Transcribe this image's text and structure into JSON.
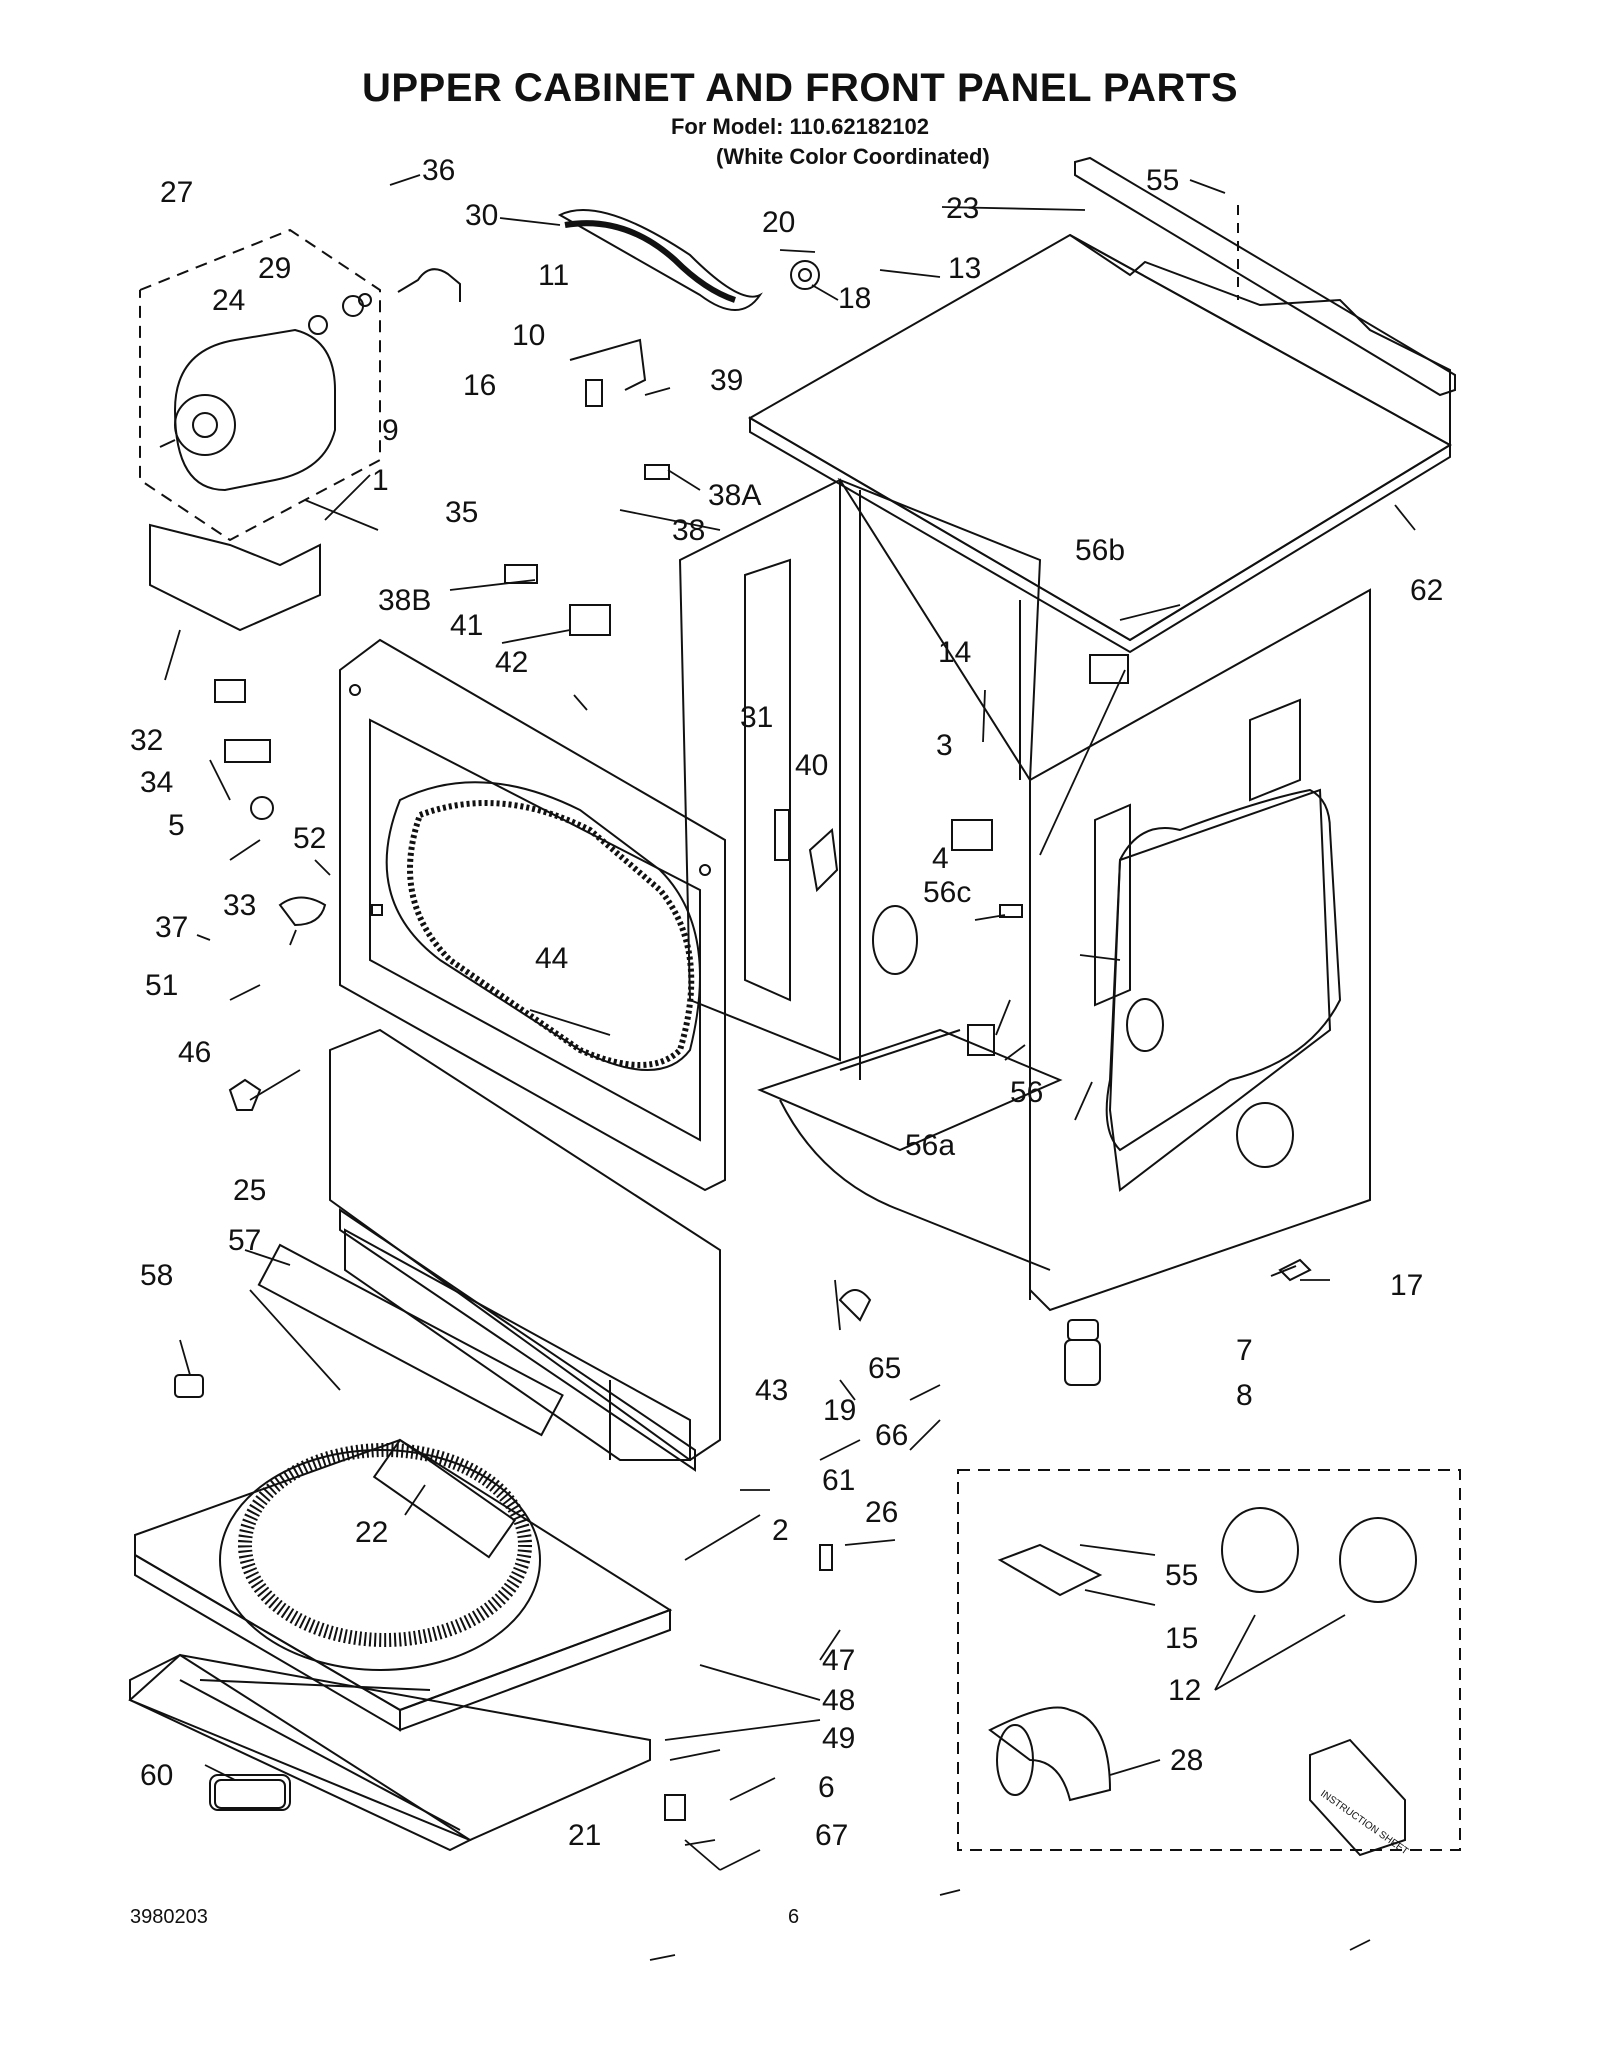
{
  "title": "UPPER CABINET AND FRONT PANEL PARTS",
  "model_line": "For Model: 110.62182102",
  "color_line": "(White Color Coordinated)",
  "labels": {
    "p1": "1",
    "p2": "2",
    "p3": "3",
    "p4": "4",
    "p5": "5",
    "p6": "6",
    "p7": "7",
    "p8": "8",
    "p9": "9",
    "p10": "10",
    "p11": "11",
    "p12": "12",
    "p13": "13",
    "p14": "14",
    "p15": "15",
    "p16": "16",
    "p17": "17",
    "p18": "18",
    "p19": "19",
    "p20": "20",
    "p21": "21",
    "p22": "22",
    "p23": "23",
    "p24": "24",
    "p25": "25",
    "p26": "26",
    "p27": "27",
    "p28": "28",
    "p29": "29",
    "p30": "30",
    "p31": "31",
    "p32": "32",
    "p33": "33",
    "p34": "34",
    "p35": "35",
    "p36": "36",
    "p37": "37",
    "p38": "38",
    "p38A": "38A",
    "p38B": "38B",
    "p39": "39",
    "p40": "40",
    "p41": "41",
    "p42": "42",
    "p43": "43",
    "p44": "44",
    "p46": "46",
    "p47": "47",
    "p48": "48",
    "p49": "49",
    "p51": "51",
    "p52": "52",
    "p55a": "55",
    "p55b": "55",
    "p56": "56",
    "p56a": "56a",
    "p56b": "56b",
    "p56c": "56c",
    "p57": "57",
    "p58": "58",
    "p60": "60",
    "p61": "61",
    "p62": "62",
    "p65": "65",
    "p66": "66",
    "p67": "67"
  },
  "instruction_sheet": "INSTRUCTION SHEET",
  "footer": {
    "doc_number": "3980203",
    "page": "6"
  }
}
